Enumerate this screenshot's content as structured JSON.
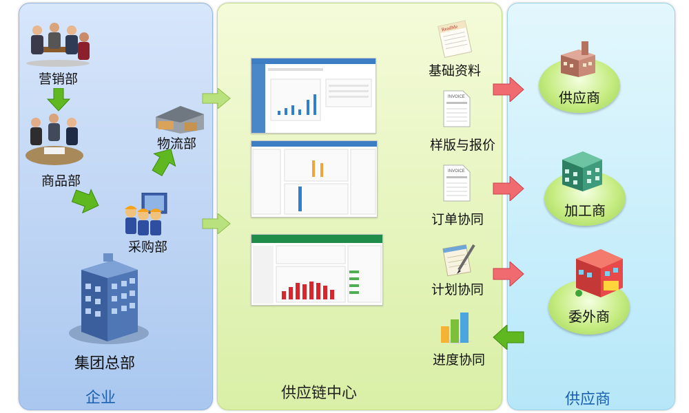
{
  "panels": {
    "enterprise_title": "企业",
    "center_title": "供应链中心",
    "supplier_title": "供应商"
  },
  "enterprise": {
    "marketing": "营销部",
    "product": "商品部",
    "logistics": "物流部",
    "purchasing": "采购部",
    "headquarters": "集团总部"
  },
  "services": {
    "basic_data": "基础资料",
    "sample_quote": "样版与报价",
    "order_collab": "订单协同",
    "plan_collab": "计划协同",
    "progress_collab": "进度协同"
  },
  "partners": {
    "supplier": "供应商",
    "processor": "加工商",
    "outsourcer": "委外商"
  },
  "colors": {
    "green_arrow": "#5fb81f",
    "red_arrow": "#e0464a",
    "panel_blue": "#bcd3f3",
    "panel_green": "#e7f5c0",
    "panel_cyan": "#c8eefb"
  },
  "icons": {
    "marketing": "people-meeting-icon",
    "product": "team-discussion-icon",
    "logistics": "warehouse-icon",
    "purchasing": "workers-icon",
    "headquarters": "office-building-icon",
    "basic_data": "readme-document-icon",
    "sample_quote": "invoice-icon",
    "order_collab": "invoice-icon",
    "plan_collab": "notepad-pen-icon",
    "progress_collab": "bar-chart-icon"
  }
}
